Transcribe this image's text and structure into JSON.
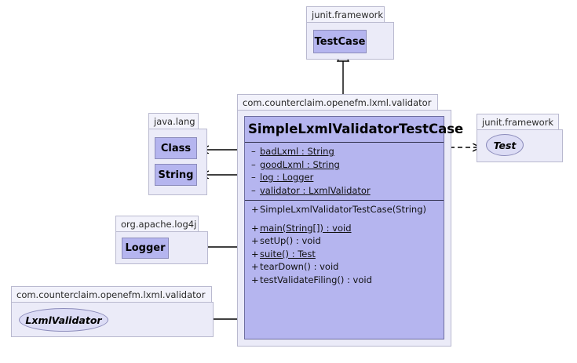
{
  "diagram": {
    "type": "uml-class-diagram",
    "background": "#ffffff",
    "colors": {
      "class_fill": "#b5b5ef",
      "class_border": "#6e6ea0",
      "package_header_fill": "#f2f2fb",
      "package_body_fill": "#ebebf8",
      "package_border": "#b9b9cf",
      "interface_fill": "#dcdcf5",
      "edge": "#000000"
    }
  },
  "packages": {
    "junit_top": {
      "label": "junit.framework",
      "class": "TestCase"
    },
    "java_lang": {
      "label": "java.lang",
      "classes": [
        "Class",
        "String"
      ]
    },
    "log4j": {
      "label": "org.apache.log4j",
      "class": "Logger"
    },
    "junit_right": {
      "label": "junit.framework",
      "interface": "Test"
    },
    "validator_bottom": {
      "label": "com.counterclaim.openefm.lxml.validator",
      "interface": "LxmlValidator"
    },
    "main": {
      "label": "com.counterclaim.openefm.lxml.validator"
    }
  },
  "main_class": {
    "name": "SimpleLxmlValidatorTestCase",
    "attributes": [
      {
        "visibility": "–",
        "text": "badLxml : String",
        "static": true
      },
      {
        "visibility": "–",
        "text": "goodLxml : String",
        "static": true
      },
      {
        "visibility": "–",
        "text": "log : Logger",
        "static": true
      },
      {
        "visibility": "–",
        "text": "validator : LxmlValidator",
        "static": true
      }
    ],
    "constructors": [
      {
        "visibility": "+",
        "text": "SimpleLxmlValidatorTestCase(String)",
        "static": false
      }
    ],
    "methods": [
      {
        "visibility": "+",
        "text": "main(String[]) : void",
        "static": true
      },
      {
        "visibility": "+",
        "text": "setUp() : void",
        "static": false
      },
      {
        "visibility": "+",
        "text": "suite() : Test",
        "static": true
      },
      {
        "visibility": "+",
        "text": "tearDown() : void",
        "static": false
      },
      {
        "visibility": "+",
        "text": "testValidateFiling() : void",
        "static": false
      }
    ]
  },
  "relations": [
    {
      "kind": "generalization",
      "from": "SimpleLxmlValidatorTestCase",
      "to": "TestCase",
      "style": "solid",
      "arrow": "hollow-triangle"
    },
    {
      "kind": "realization",
      "from": "SimpleLxmlValidatorTestCase",
      "to": "Test",
      "style": "dashed",
      "arrow": "open"
    },
    {
      "kind": "dependency",
      "from": "SimpleLxmlValidatorTestCase",
      "to": "Class",
      "style": "solid",
      "arrow": "open"
    },
    {
      "kind": "dependency",
      "from": "SimpleLxmlValidatorTestCase",
      "to": "String",
      "style": "solid",
      "arrow": "open"
    },
    {
      "kind": "dependency",
      "from": "SimpleLxmlValidatorTestCase",
      "to": "Logger",
      "style": "solid",
      "arrow": "open"
    },
    {
      "kind": "dependency",
      "from": "SimpleLxmlValidatorTestCase",
      "to": "LxmlValidator",
      "style": "solid",
      "arrow": "open"
    }
  ]
}
